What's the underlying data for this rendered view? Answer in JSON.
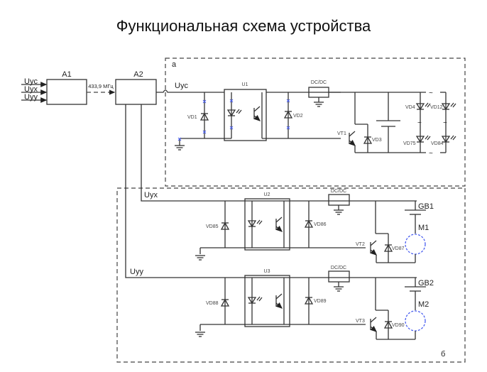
{
  "title": "Функциональная схема устройства",
  "blocks": {
    "a1": "A1",
    "a2": "A2"
  },
  "inputs": [
    "Uyc",
    "Uyx",
    "Uyy"
  ],
  "link_label": "433,9 МГц",
  "sections": {
    "a": "а",
    "b": "б"
  },
  "section_a": {
    "signal": "Uyc",
    "optocoupler": "U1",
    "dcdc": "DC/DC",
    "diodes": [
      "VD1",
      "VD2",
      "VD3"
    ],
    "transistor": "VT1",
    "leds": [
      "VD4",
      "VD12",
      "VD75",
      "VD84"
    ]
  },
  "section_b": {
    "channels": [
      {
        "signal": "Uyx",
        "optocoupler": "U2",
        "dcdc": "DC/DC",
        "diode_in": "VD85",
        "diode_out": "VD86",
        "transistor": "VT2",
        "diode_motor": "VD87",
        "battery": "GB1",
        "motor": "M1"
      },
      {
        "signal": "Uyy",
        "optocoupler": "U3",
        "dcdc": "DC/DC",
        "diode_in": "VD88",
        "diode_out": "VD89",
        "transistor": "VT3",
        "diode_motor": "VD90",
        "battery": "GB2",
        "motor": "M2"
      }
    ]
  }
}
